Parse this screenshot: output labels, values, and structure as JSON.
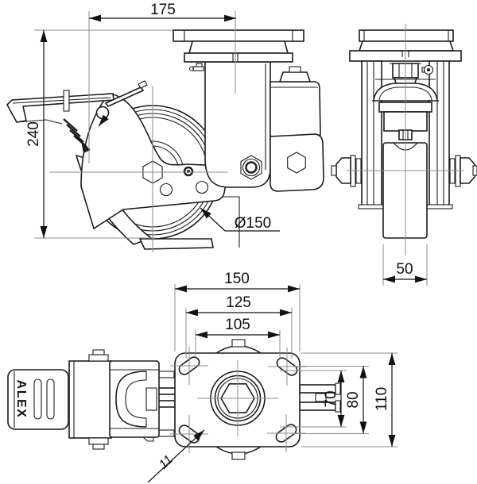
{
  "side_view": {
    "offset_dim": "175",
    "height_dim": "240",
    "wheel_diameter_dim": "Ø150"
  },
  "front_view": {
    "wheel_width_dim": "50"
  },
  "plan_view": {
    "plate_length_dim": "150",
    "bolt_span_outer_dim": "125",
    "bolt_span_inner_dim": "105",
    "bolt_pitch_inner_dim": "70",
    "bolt_pitch_outer_dim": "80",
    "plate_width_dim": "110",
    "slot_width_dim": "11",
    "pedal_brand": "ALEX"
  },
  "colors": {
    "line": "#1c1c1c",
    "thin_line": "#8c8c8c",
    "background": "#ffffff",
    "dark_fill": "#3a3a3a"
  }
}
